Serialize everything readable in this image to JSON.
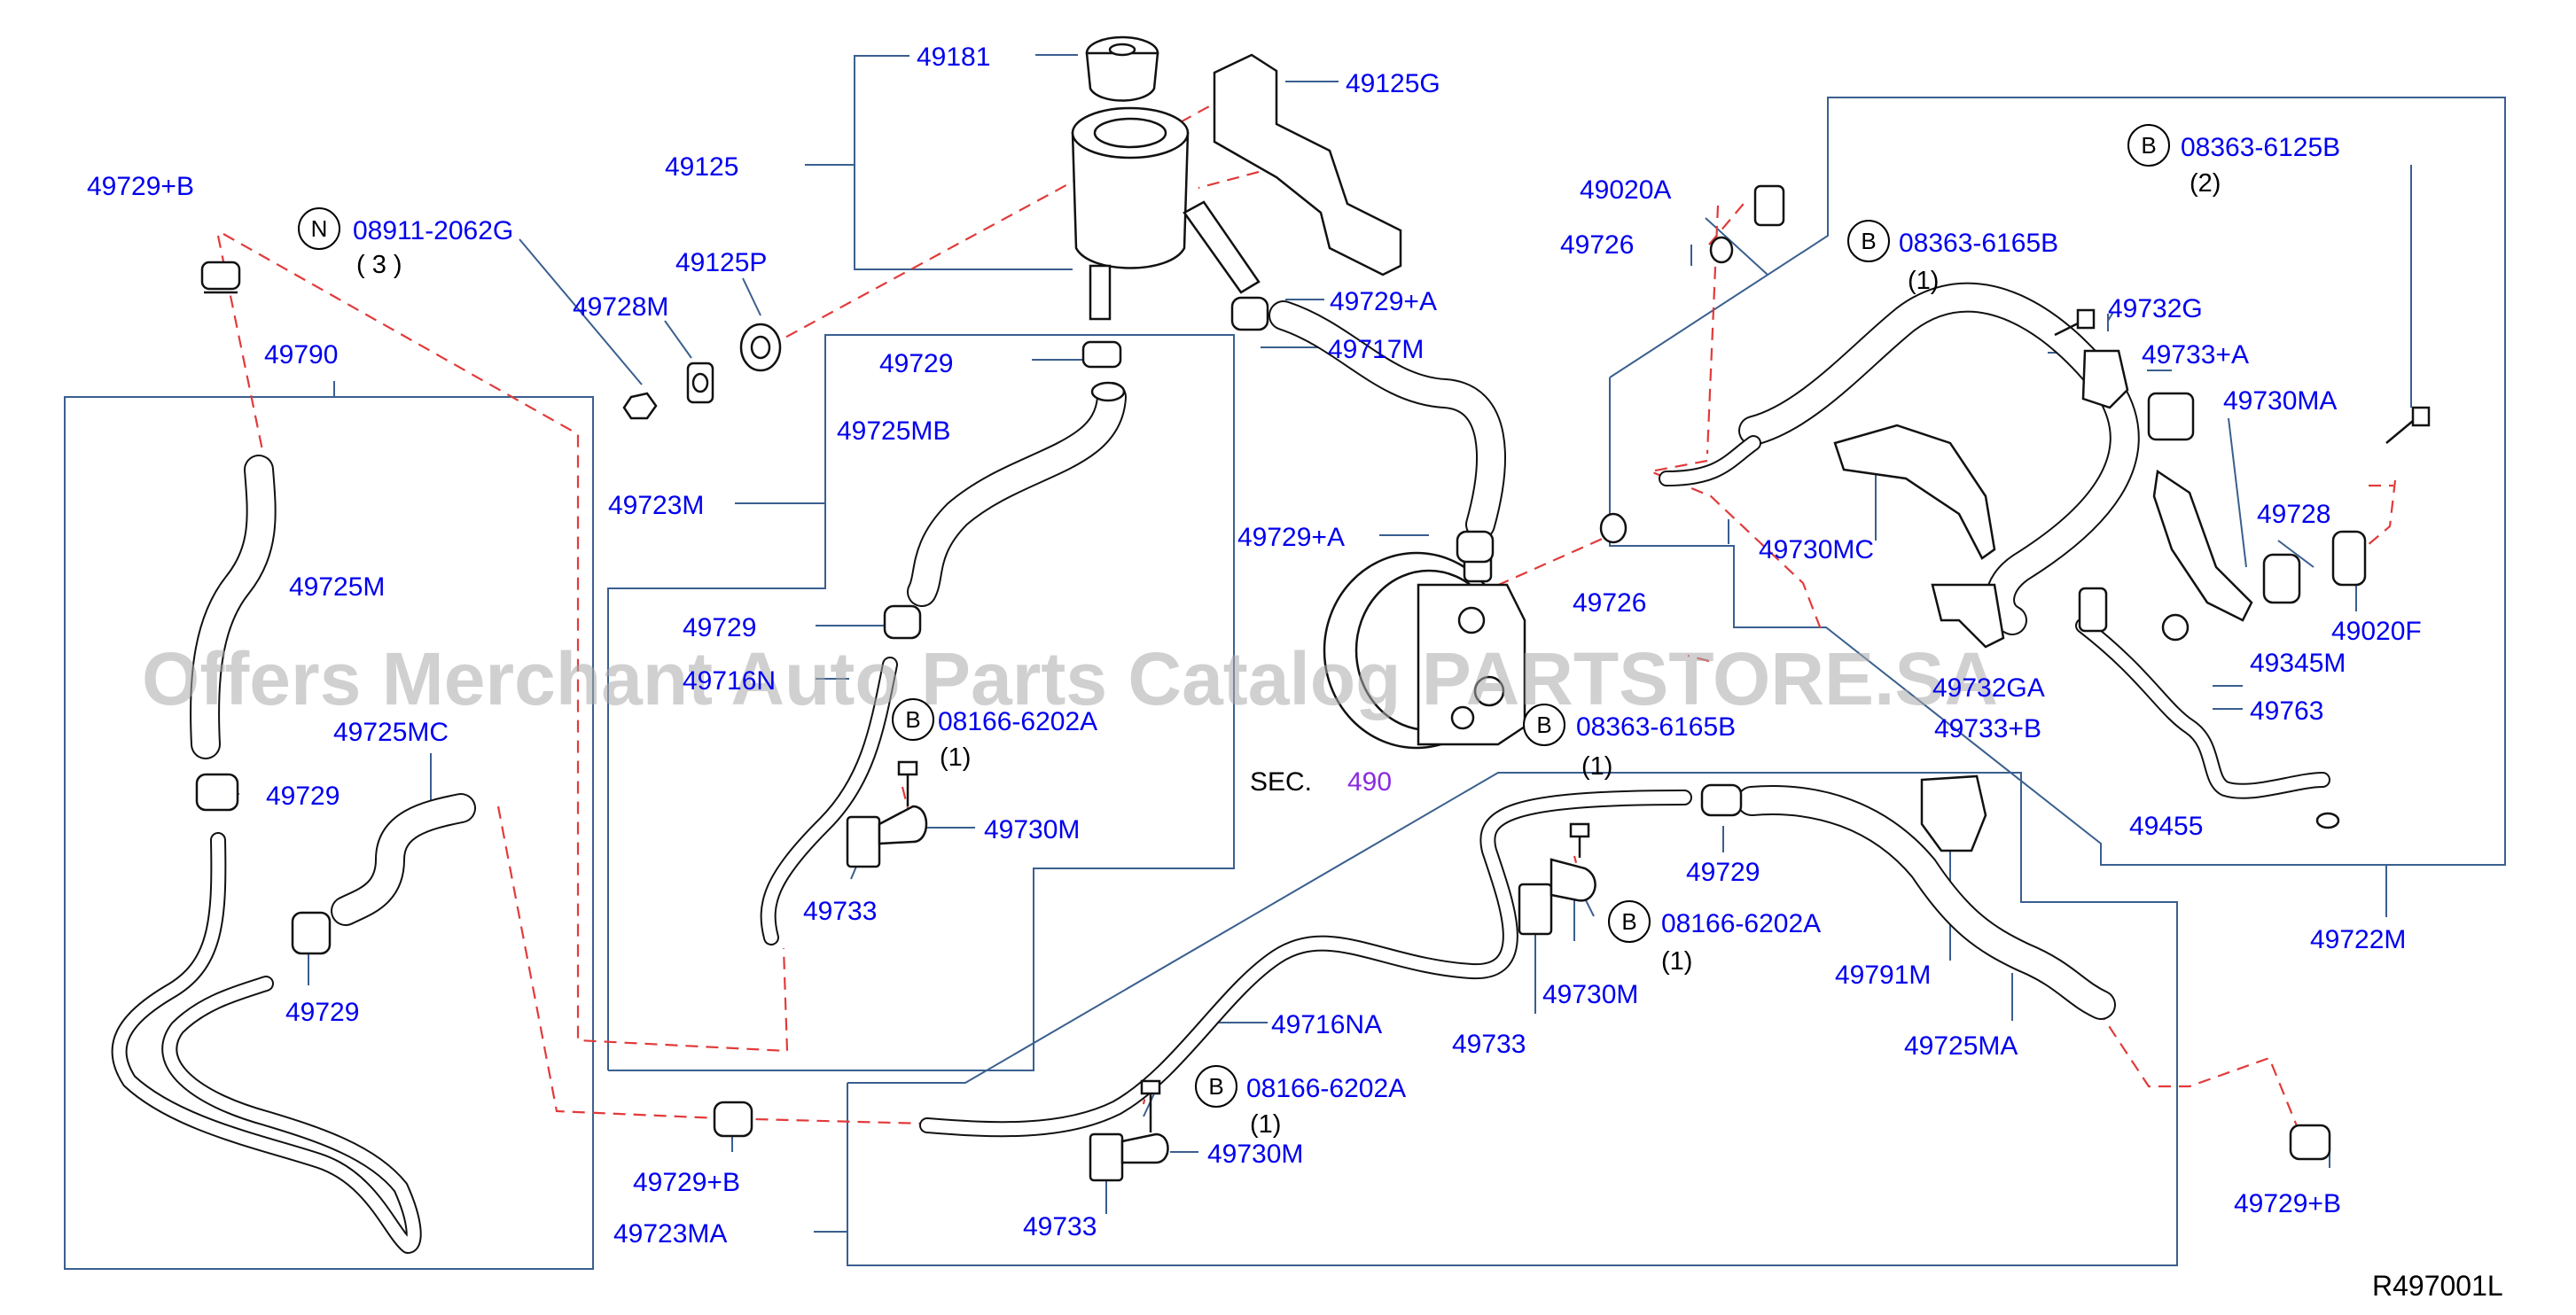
{
  "watermark": "Offers Merchant Auto Parts Catalog PARTSTORE.SA",
  "reference": "R497001L",
  "section": {
    "prefix": "SEC.",
    "number": "490"
  },
  "parts": {
    "p49181": "49181",
    "p49125G": "49125G",
    "p49125": "49125",
    "p49125P": "49125P",
    "p49728M": "49728M",
    "p08911": "08911-2062G",
    "p49729B_top": "49729+B",
    "p49790": "49790",
    "p49729_a": "49729",
    "p49725MB": "49725MB",
    "p49723M": "49723M",
    "p49729A_a": "49729+A",
    "p49717M": "49717M",
    "p49729A_b": "49729+A",
    "p49725M": "49725M",
    "p49729_b": "49729",
    "p49716N": "49716N",
    "p08166_a": "08166-6202A",
    "p49725MC": "49725MC",
    "p49729_c": "49729",
    "p49730M_a": "49730M",
    "p49733_a": "49733",
    "p49729_d": "49729",
    "p49020A": "49020A",
    "p49726_a": "49726",
    "p08363_6165_a": "08363-6165B",
    "p08363_6125": "08363-6125B",
    "p49732G": "49732G",
    "p49733A": "49733+A",
    "p49730MA": "49730MA",
    "p49728": "49728",
    "p49730MC": "49730MC",
    "p49726_b": "49726",
    "p49020F": "49020F",
    "p49732GA": "49732GA",
    "p49345M": "49345M",
    "p49763": "49763",
    "p49733B": "49733+B",
    "p08363_6165_b": "08363-6165B",
    "p49455": "49455",
    "p49729_e": "49729",
    "p08166_b": "08166-6202A",
    "p49730M_b": "49730M",
    "p49733_b": "49733",
    "p49791M": "49791M",
    "p49725MA": "49725MA",
    "p49716NA": "49716NA",
    "p08166_c": "08166-6202A",
    "p49730M_c": "49730M",
    "p49733_c": "49733",
    "p49729B_bl": "49729+B",
    "p49723MA": "49723MA",
    "p49722M": "49722M",
    "p49729B_br": "49729+B"
  },
  "quantities": {
    "q08911": "( 3 )",
    "q08363_6125": "(2)",
    "q08363_6165_a": "(1)",
    "q08166_a": "(1)",
    "q08363_6165_b": "(1)",
    "q08166_b": "(1)",
    "q08166_c": "(1)"
  },
  "badges": {
    "n": "N",
    "b": "B"
  },
  "colors": {
    "part_label": "#0000ee",
    "section_number": "#8a2be2",
    "frame": "#3a5f8f",
    "phantom_line": "#e23a3a"
  }
}
